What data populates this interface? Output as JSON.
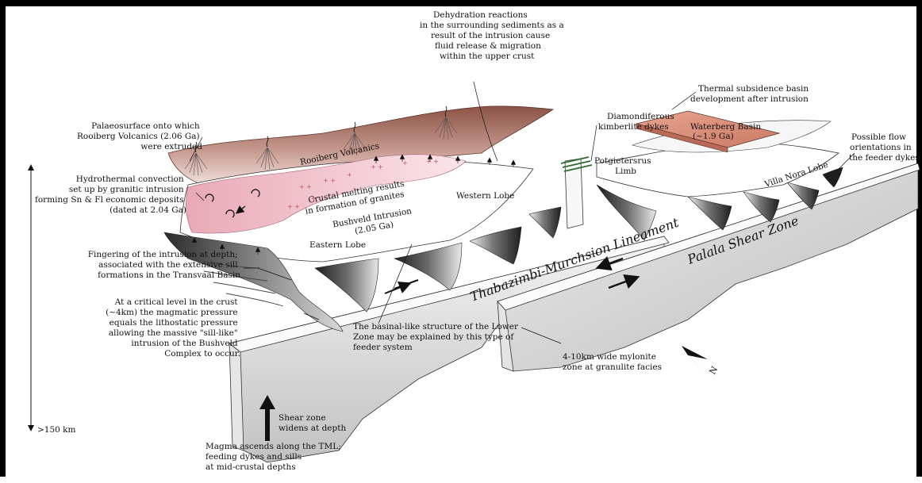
{
  "labels": {
    "dehydration": [
      "Dehydration reactions",
      "in the surrounding sediments as a",
      "result of the intrusion cause",
      "fluid release & migration",
      "within the upper crust"
    ],
    "thermal_subsidence": [
      "Thermal subsidence basin",
      "development after intrusion"
    ],
    "diamondiferous": [
      "Diamondiferous",
      "kimberlite dykes"
    ],
    "waterberg": [
      "Waterberg Basin",
      "(~1.9 Ga)"
    ],
    "possible_flow": [
      "Possible flow",
      "orientations in",
      "the feeder dykes"
    ],
    "palaeosurface": [
      "Palaeosurface onto which",
      "Rooiberg Volcanics (2.06 Ga)",
      "were extruded"
    ],
    "rooiberg": "Rooiberg Volcanics",
    "potgietersrus": [
      "Potgietersrus",
      "Limb"
    ],
    "villa_nora": "Villa Nora Lobe",
    "hydrothermal": [
      "Hydrothermal convection",
      "set up by granitic intrusion",
      "forming Sn & Fl economic deposits",
      "(dated at 2.04 Ga)"
    ],
    "crustal_melting": [
      "Crustal melting results",
      "in formation of granites"
    ],
    "western_lobe": "Western Lobe",
    "bushveld": [
      "Bushveld Intrusion",
      "(2.05 Ga)"
    ],
    "eastern_lobe": "Eastern Lobe",
    "tml": "Thabazimbi-Murchsion Lineament",
    "palala": "Palala Shear Zone",
    "fingering": [
      "Fingering of the intrusion at depth;",
      "associated with the extensive sill",
      "formations in the Transvaal Basin"
    ],
    "critical_level": [
      "At a critical level in the crust",
      "(~4km) the magmatic pressure",
      "equals the lithostatic pressure",
      "allowing the massive \"sill-like\"",
      "intrusion of the Bushveld",
      "Complex to occur."
    ],
    "basinal": [
      "The basinal-like structure of the Lower",
      "Zone may be explained by this type of",
      "feeder system"
    ],
    "mylonite": [
      "4-10km wide mylonite",
      "zone at granulite facies"
    ],
    "shear_depth": [
      "Shear zone",
      "widens at depth"
    ],
    "magma": [
      "Magma ascends along the TML;",
      "feeding dykes and sills",
      "at mid-crustal depths"
    ],
    "depth_scale": ">150 km",
    "north": "N"
  },
  "colors": {
    "palaeosurface": "#a26a5c",
    "granite_pink": "#f2c6cf",
    "waterberg": "#d98d78",
    "shear_grey": "#c9c9c9",
    "dark_dyke": "#2a2a2a"
  }
}
